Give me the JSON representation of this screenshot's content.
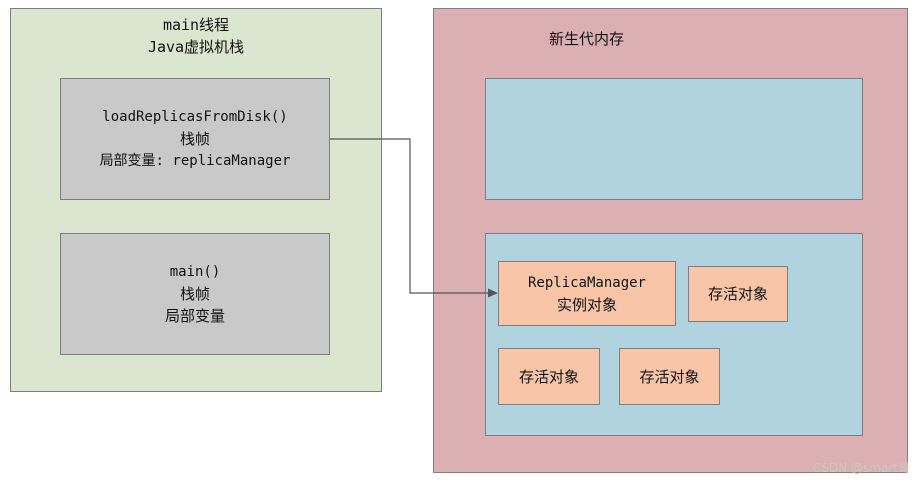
{
  "stack": {
    "title_line1": "main线程",
    "title_line2": "Java虚拟机栈",
    "frames": [
      {
        "line1": "loadReplicasFromDisk()",
        "line2": "栈帧",
        "line3": "局部变量: replicaManager"
      },
      {
        "line1": "main()",
        "line2": "栈帧",
        "line3": "局部变量"
      }
    ]
  },
  "heap": {
    "title": "新生代内存",
    "objects": {
      "replica_line1": "ReplicaManager",
      "replica_line2": "实例对象",
      "live1": "存活对象",
      "live2": "存活对象",
      "live3": "存活对象"
    }
  },
  "watermark": "CSDN @smart哥",
  "colors": {
    "stack_bg": "#dbe5cf",
    "frame_bg": "#c9c9c9",
    "heap_bg": "#dcb0b2",
    "region_bg": "#b0d3df",
    "object_bg": "#f8c5a9",
    "arrow": "#555555"
  }
}
